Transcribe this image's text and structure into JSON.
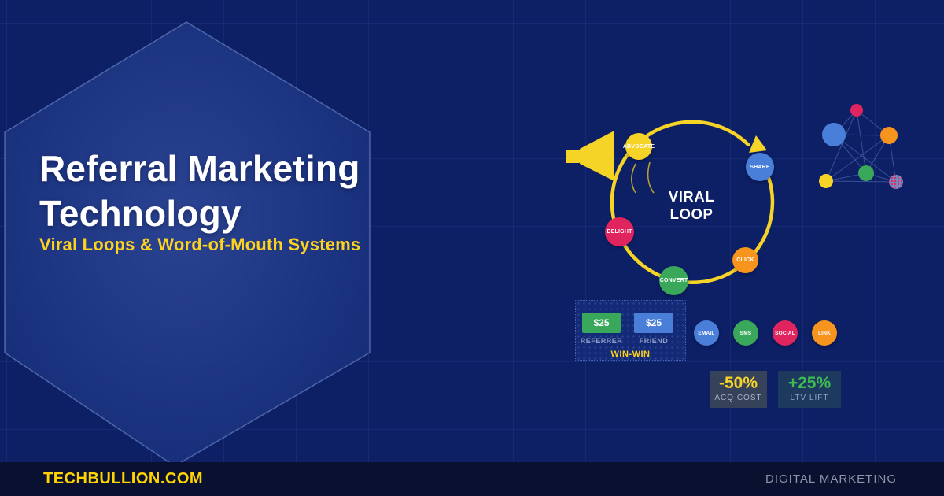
{
  "hero": {
    "title_line1": "Referral Marketing",
    "title_line2": "Technology",
    "subtitle": "Viral Loops & Word-of-Mouth Systems"
  },
  "loop": {
    "center_line1": "VIRAL",
    "center_line2": "LOOP",
    "nodes": [
      {
        "label": "ADVOCATE",
        "color": "#f5d327"
      },
      {
        "label": "SHARE",
        "color": "#4a7fd9"
      },
      {
        "label": "CLICK",
        "color": "#f7941e"
      },
      {
        "label": "CONVERT",
        "color": "#3aa85a"
      },
      {
        "label": "DELIGHT",
        "color": "#e0245e"
      }
    ]
  },
  "incentives": {
    "referrer_amount": "$25",
    "referrer_label": "REFERRER",
    "friend_amount": "$25",
    "friend_label": "FRIEND",
    "caption": "WIN-WIN"
  },
  "channels": [
    {
      "label": "EMAIL",
      "color": "#4a7fd9"
    },
    {
      "label": "SMS",
      "color": "#3aa85a"
    },
    {
      "label": "SOCIAL",
      "color": "#e0245e"
    },
    {
      "label": "LINK",
      "color": "#f7941e"
    }
  ],
  "stats": [
    {
      "value": "-50%",
      "label": "ACQ COST",
      "value_color": "#f5d327",
      "box_color": "#36415a"
    },
    {
      "value": "+25%",
      "label": "LTV LIFT",
      "value_color": "#3dbb54",
      "box_color": "#1d3a5e"
    }
  ],
  "footer": {
    "site": "TECHBULLION.COM",
    "category": "DIGITAL MARKETING"
  },
  "icons": {
    "megaphone": "yellow-cone-shape",
    "loop_arrow": "yellow-triangle",
    "network_graph": "colored-dot-mesh",
    "hexagon": "outlined-hexagon-panel"
  },
  "colors": {
    "background": "#0d2066",
    "grid_line": "rgba(140,170,255,0.07)",
    "accent_yellow": "#f5d327",
    "gold_text": "#ffd21e",
    "title_text": "#ffffff",
    "footer_bg": "#0a1130",
    "footer_site_text": "#ffd400",
    "footer_muted_text": "#8e93a8"
  }
}
